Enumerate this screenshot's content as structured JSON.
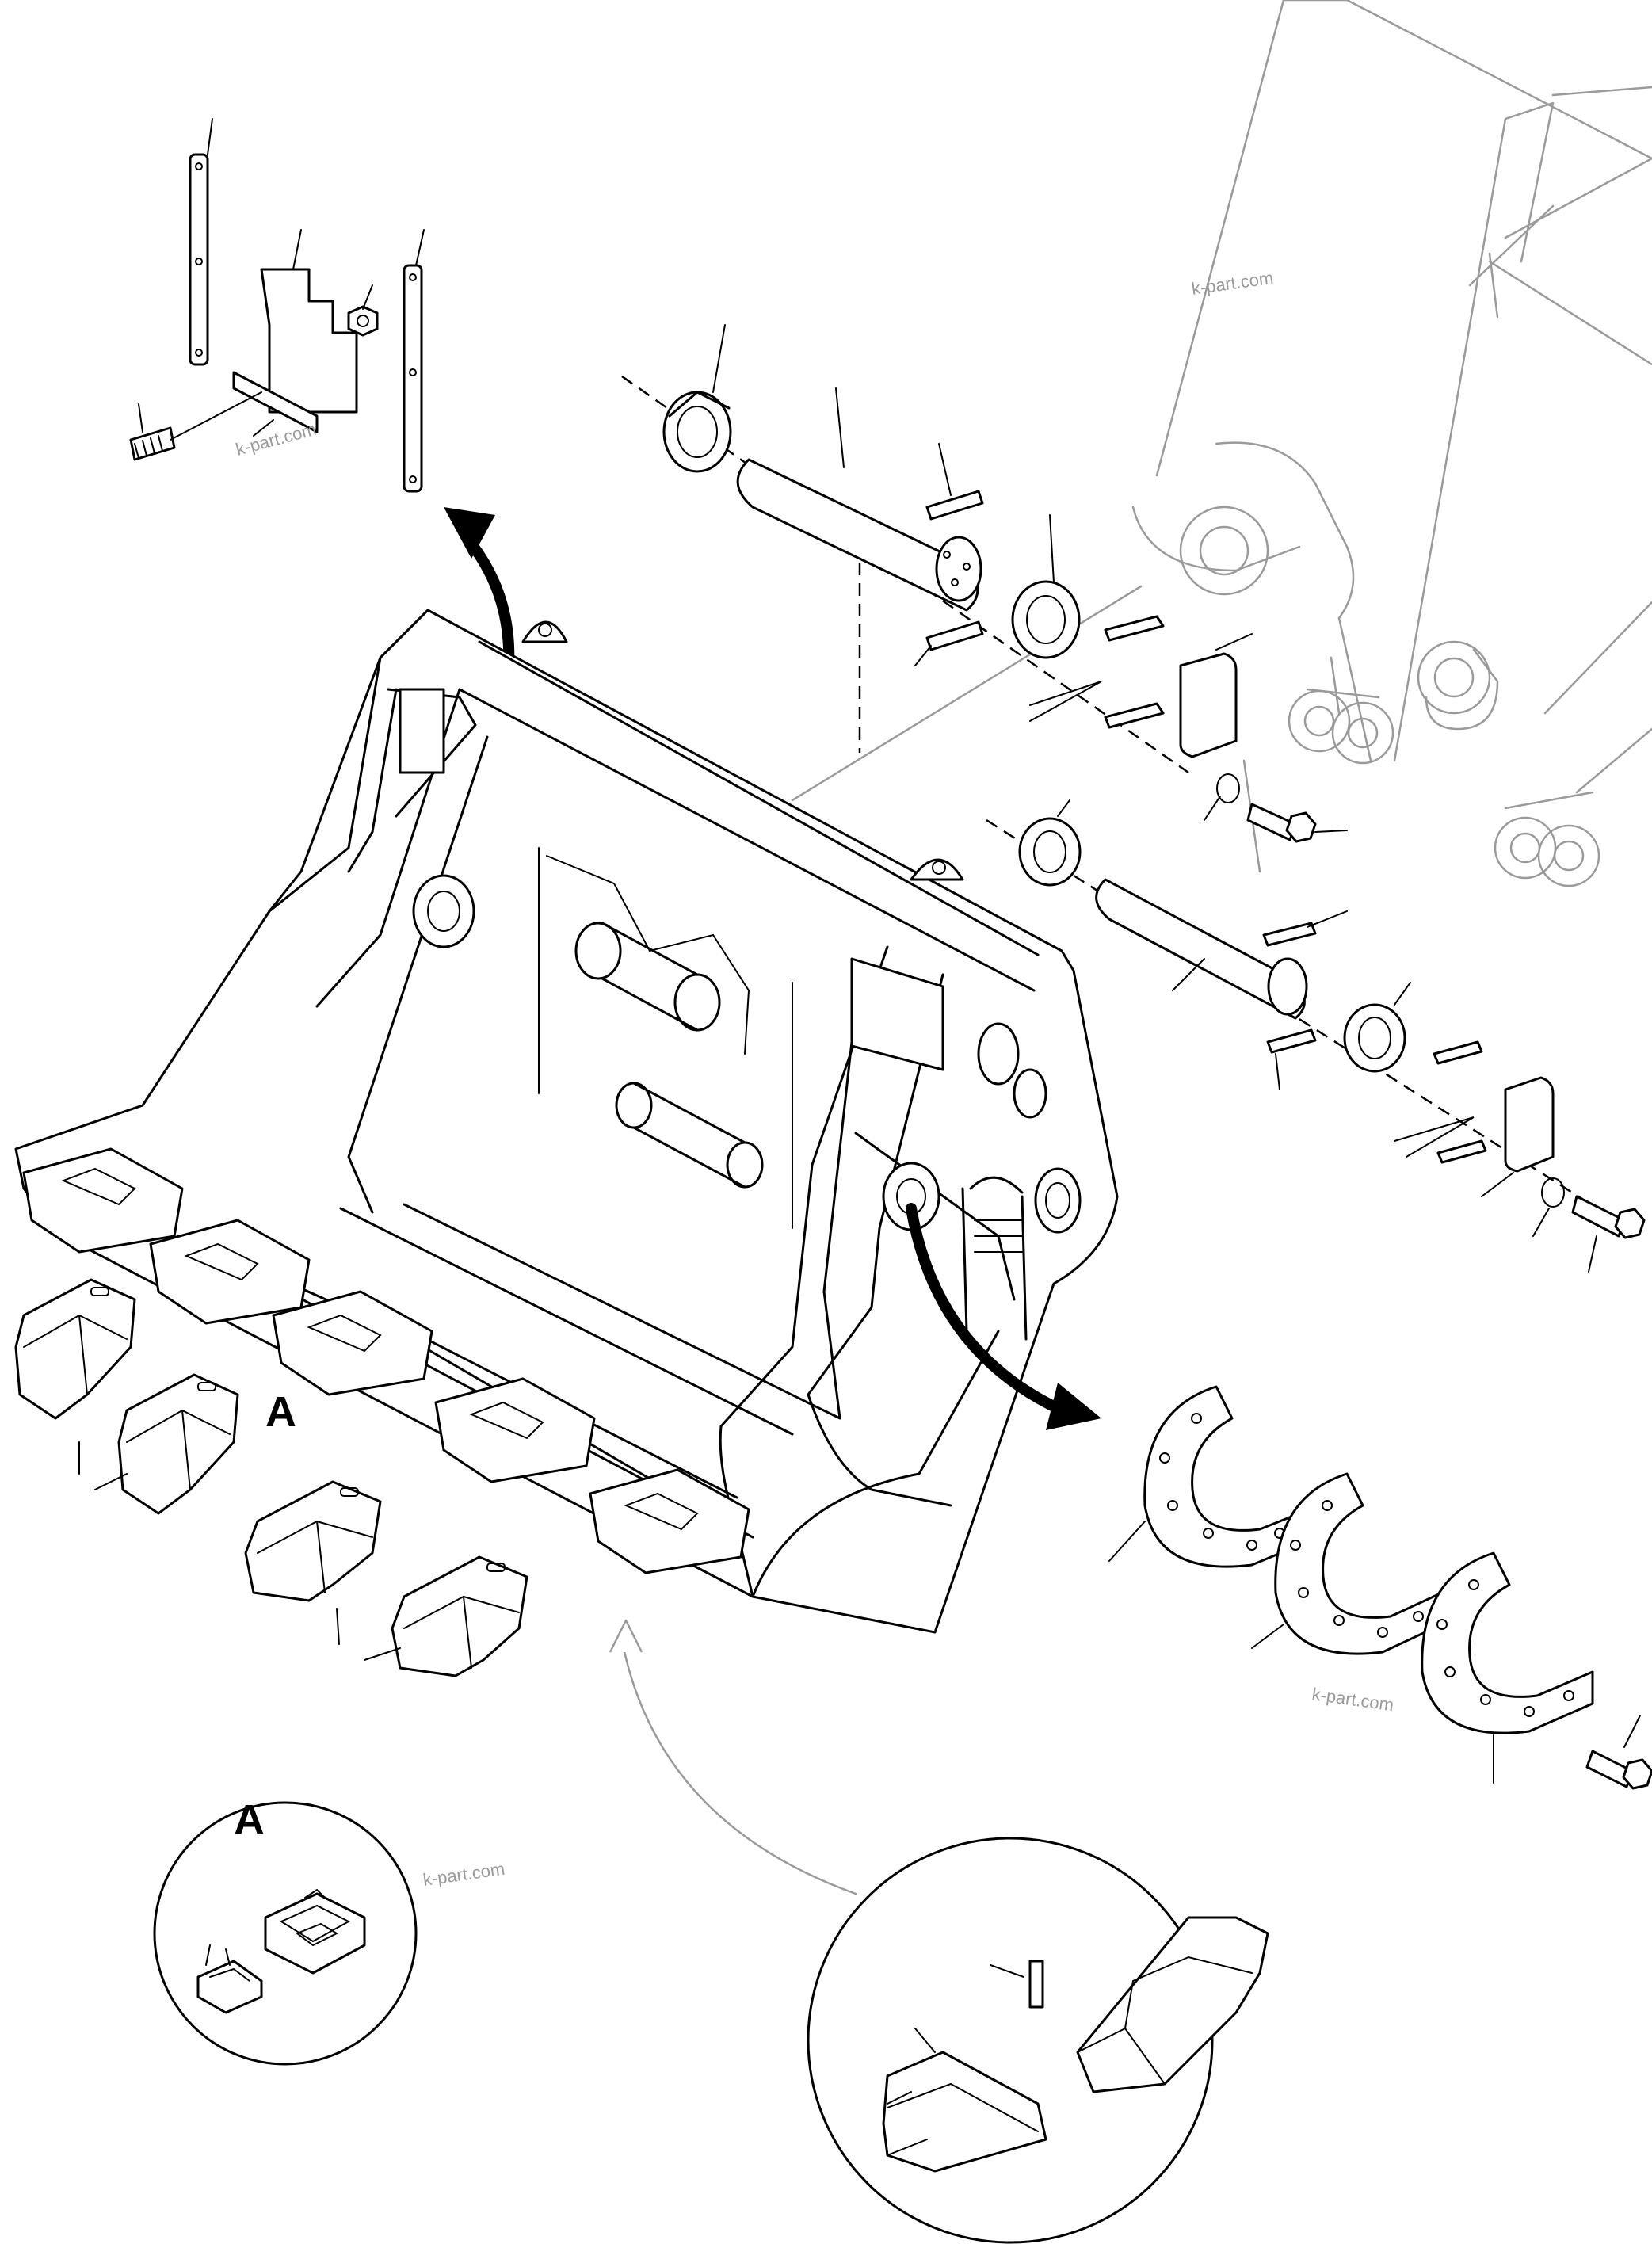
{
  "detail_labels": {
    "view_a_callout": "A",
    "view_a_title": "A"
  },
  "watermark": {
    "text": "k-part.com"
  },
  "colors": {
    "ink": "#000000",
    "background": "#ffffff",
    "ghost_lines": "#9a9a9a"
  }
}
